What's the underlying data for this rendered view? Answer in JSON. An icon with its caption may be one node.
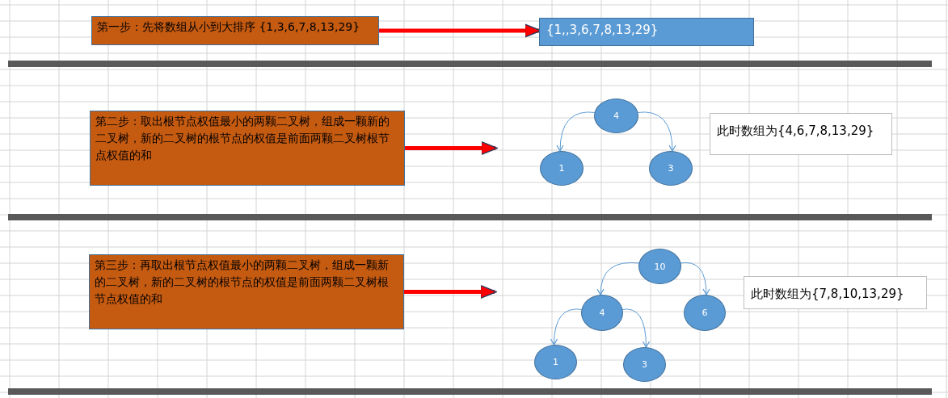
{
  "diagram": {
    "nodes": [
      {
        "text": [
          "第一步：先将数组从小到大排序 {1,3,6,7,8,13,29}"
        ]
      },
      {
        "text": [
          "{1,,3,6,7,8,13,29}"
        ]
      },
      {
        "text": [
          "第二步：取出根节点权值最小的两颗二叉树，组成一颗新的二叉树，新的二叉树的根节点的权值是前面两颗二叉树根节点权值的和"
        ]
      },
      {
        "text": [
          "4"
        ]
      },
      {
        "text": [
          "1"
        ]
      },
      {
        "text": [
          "3"
        ]
      },
      {
        "text": [
          "此时数组为{4,6,7,8,13,29}"
        ]
      },
      {
        "text": [
          "第三步：再取出根节点权值最小的两颗二叉树，组成一颗新的二叉树，新的二叉树的根节点的权值是前面两颗二叉树根节点权值的和"
        ]
      },
      {
        "text": [
          "10"
        ]
      },
      {
        "text": [
          "4"
        ]
      },
      {
        "text": [
          "6"
        ]
      },
      {
        "text": [
          "1"
        ]
      },
      {
        "text": [
          "3"
        ]
      },
      {
        "text": [
          "此时数组为{7,8,10,13,29}"
        ]
      }
    ],
    "edges": [
      {
        "from": 0,
        "to": 1,
        "arrow": "to",
        "style": "thick",
        "color": "#ff0000"
      },
      {
        "from": 2,
        "to": null,
        "arrow": "to",
        "style": "thick",
        "color": "#ff0000"
      },
      {
        "from": 3,
        "to": 4,
        "arrow": "to"
      },
      {
        "from": 3,
        "to": 5,
        "arrow": "to"
      },
      {
        "from": 7,
        "to": null,
        "arrow": "to",
        "style": "thick",
        "color": "#ff0000"
      },
      {
        "from": 8,
        "to": 9,
        "arrow": "to"
      },
      {
        "from": 8,
        "to": 10,
        "arrow": "to"
      },
      {
        "from": 9,
        "to": 11,
        "arrow": "to"
      },
      {
        "from": 9,
        "to": 12,
        "arrow": "to"
      }
    ]
  }
}
